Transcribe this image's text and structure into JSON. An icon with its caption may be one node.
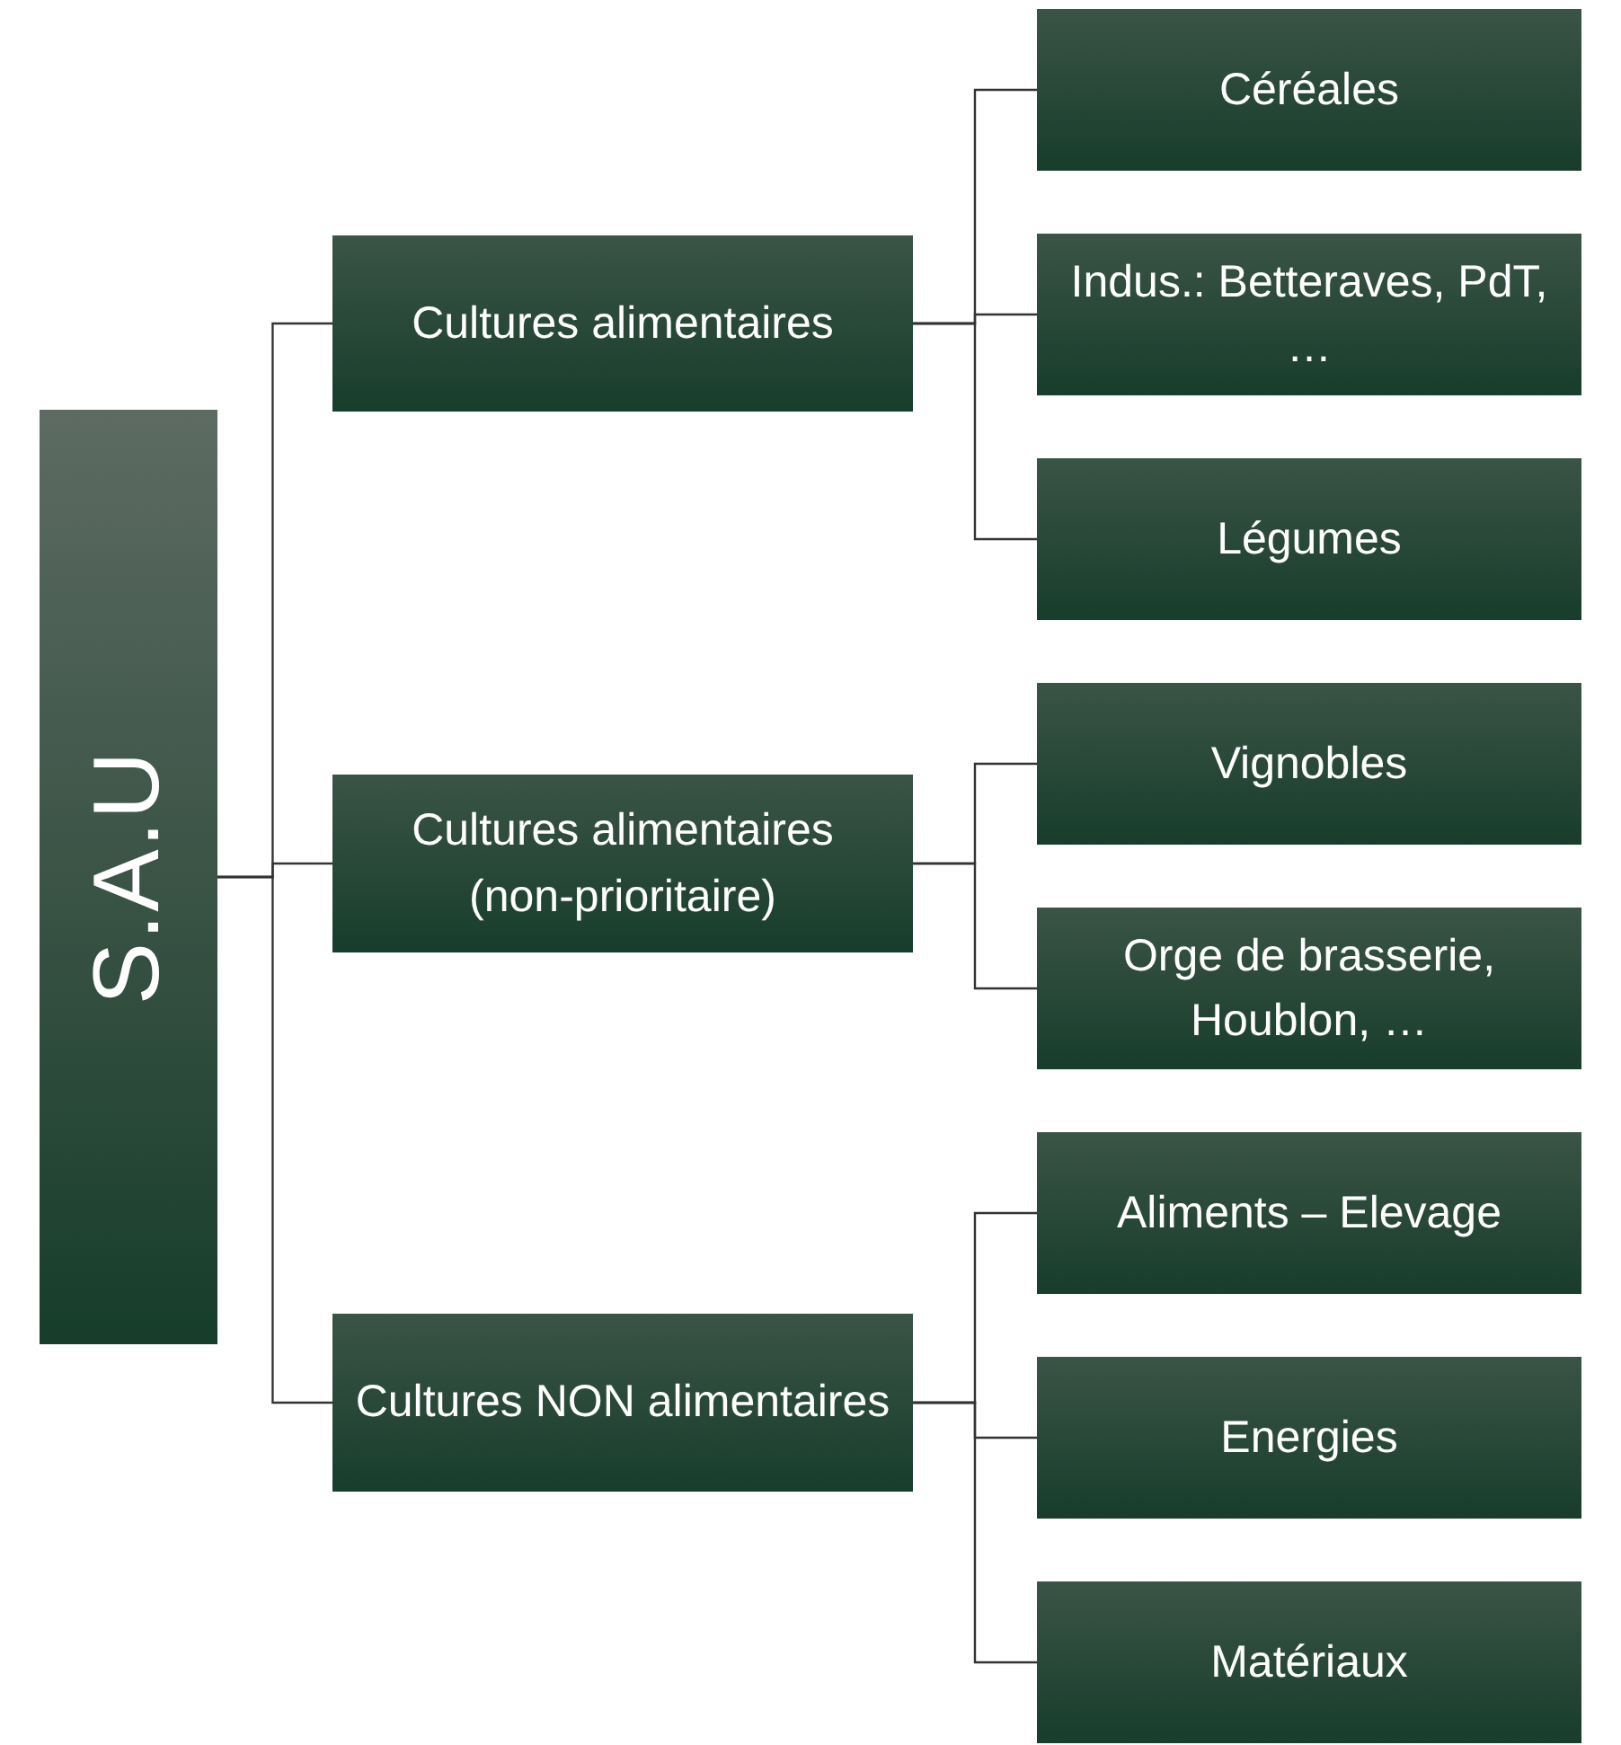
{
  "diagram": {
    "nodes": [
      {
        "text": [
          "S.A.U"
        ]
      },
      {
        "text": [
          "Cultures alimentaires"
        ]
      },
      {
        "text": [
          "Cultures alimentaires (non-prioritaire)"
        ]
      },
      {
        "text": [
          "Cultures NON alimentaires"
        ]
      },
      {
        "text": [
          "Céréales"
        ]
      },
      {
        "text": [
          "Indus.: Betteraves, PdT, …"
        ]
      },
      {
        "text": [
          "Légumes"
        ]
      },
      {
        "text": [
          "Vignobles"
        ]
      },
      {
        "text": [
          "Orge de brasserie, Houblon, …"
        ]
      },
      {
        "text": [
          "Aliments – Elevage"
        ]
      },
      {
        "text": [
          "Energies"
        ]
      },
      {
        "text": [
          "Matériaux"
        ]
      }
    ],
    "edges": [
      {
        "from": 0,
        "to": 1,
        "arrow": "none"
      },
      {
        "from": 0,
        "to": 2,
        "arrow": "none"
      },
      {
        "from": 0,
        "to": 3,
        "arrow": "none"
      },
      {
        "from": 1,
        "to": 4,
        "arrow": "none"
      },
      {
        "from": 1,
        "to": 5,
        "arrow": "none"
      },
      {
        "from": 1,
        "to": 6,
        "arrow": "none"
      },
      {
        "from": 2,
        "to": 7,
        "arrow": "none"
      },
      {
        "from": 2,
        "to": 8,
        "arrow": "none"
      },
      {
        "from": 3,
        "to": 9,
        "arrow": "none"
      },
      {
        "from": 3,
        "to": 10,
        "arrow": "none"
      },
      {
        "from": 3,
        "to": 11,
        "arrow": "none"
      }
    ]
  }
}
